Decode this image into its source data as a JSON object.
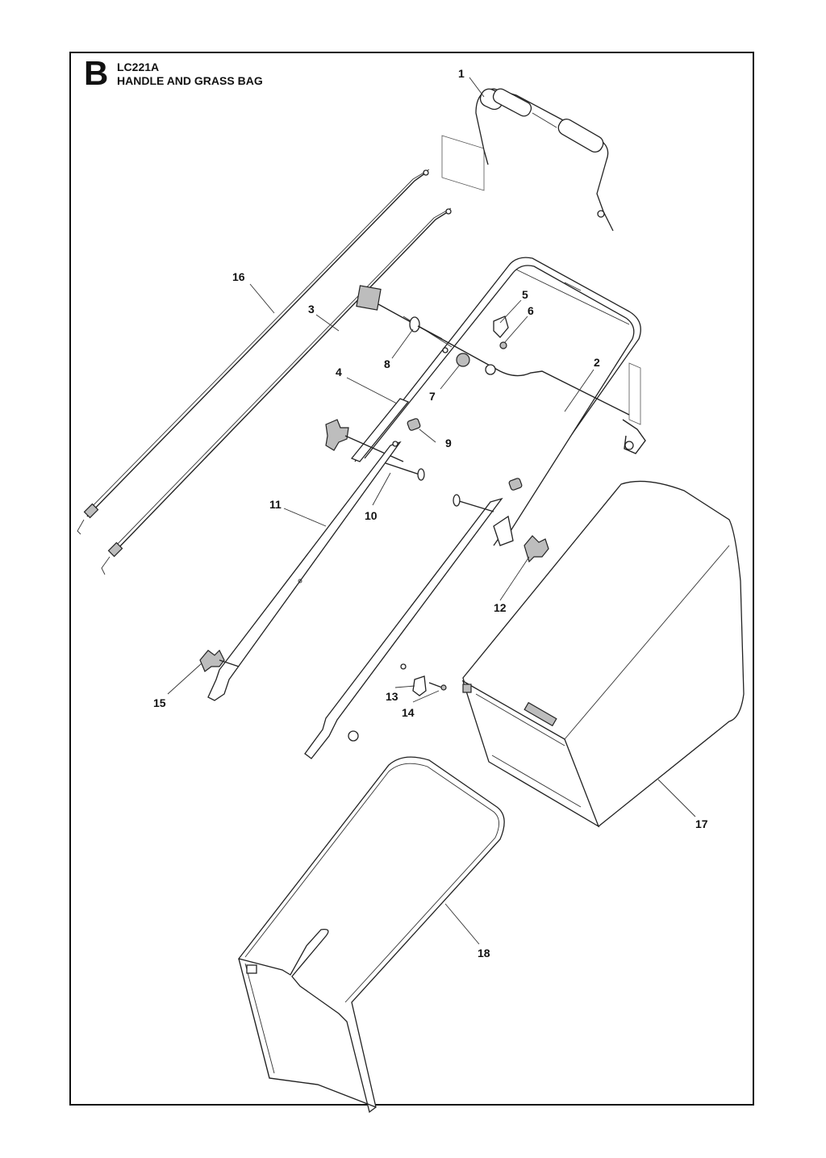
{
  "header": {
    "section_letter": "B",
    "model": "LC221A",
    "title": "HANDLE AND GRASS BAG"
  },
  "callouts": [
    "1",
    "2",
    "3",
    "4",
    "5",
    "6",
    "7",
    "8",
    "9",
    "10",
    "11",
    "12",
    "13",
    "14",
    "15",
    "16",
    "17",
    "18"
  ],
  "colors": {
    "ink": "#111111",
    "paper": "#ffffff",
    "shade": "#bdbdbd"
  }
}
